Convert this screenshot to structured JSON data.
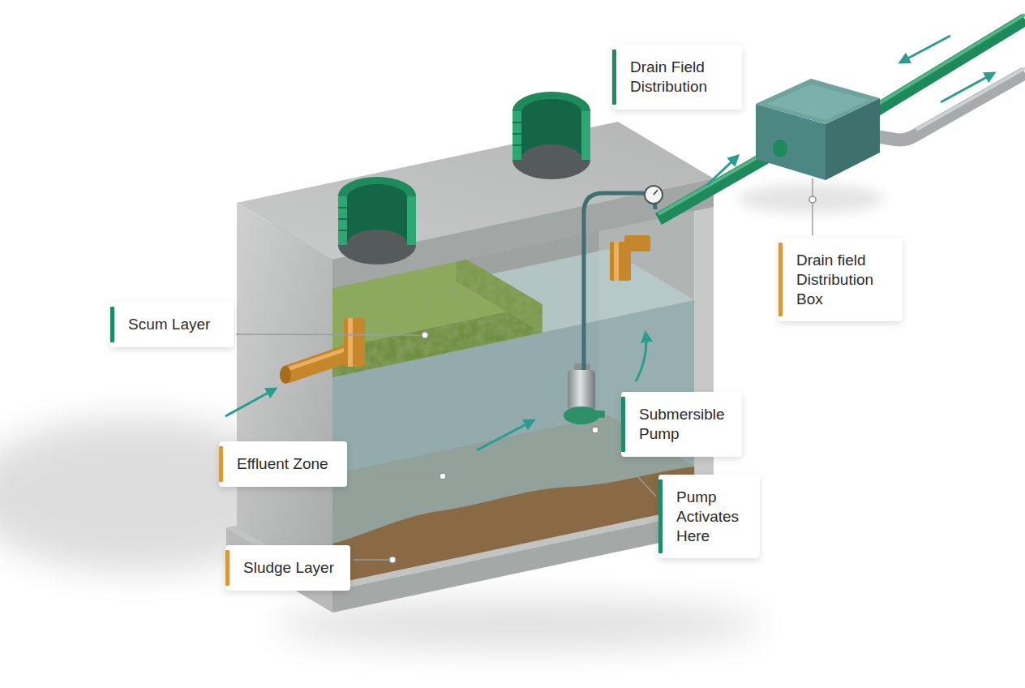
{
  "diagram": {
    "nodes": [
      {
        "text": [
          "Drain Field Distribution"
        ]
      },
      {
        "text": [
          "Drain field Distribution Box"
        ]
      },
      {
        "text": [
          "Scum Layer"
        ]
      },
      {
        "text": [
          "Submersible Pump"
        ]
      },
      {
        "text": [
          "Effluent Zone"
        ]
      },
      {
        "text": [
          "Pump Activates Here"
        ]
      },
      {
        "text": [
          "Sludge Layer"
        ]
      }
    ]
  }
}
